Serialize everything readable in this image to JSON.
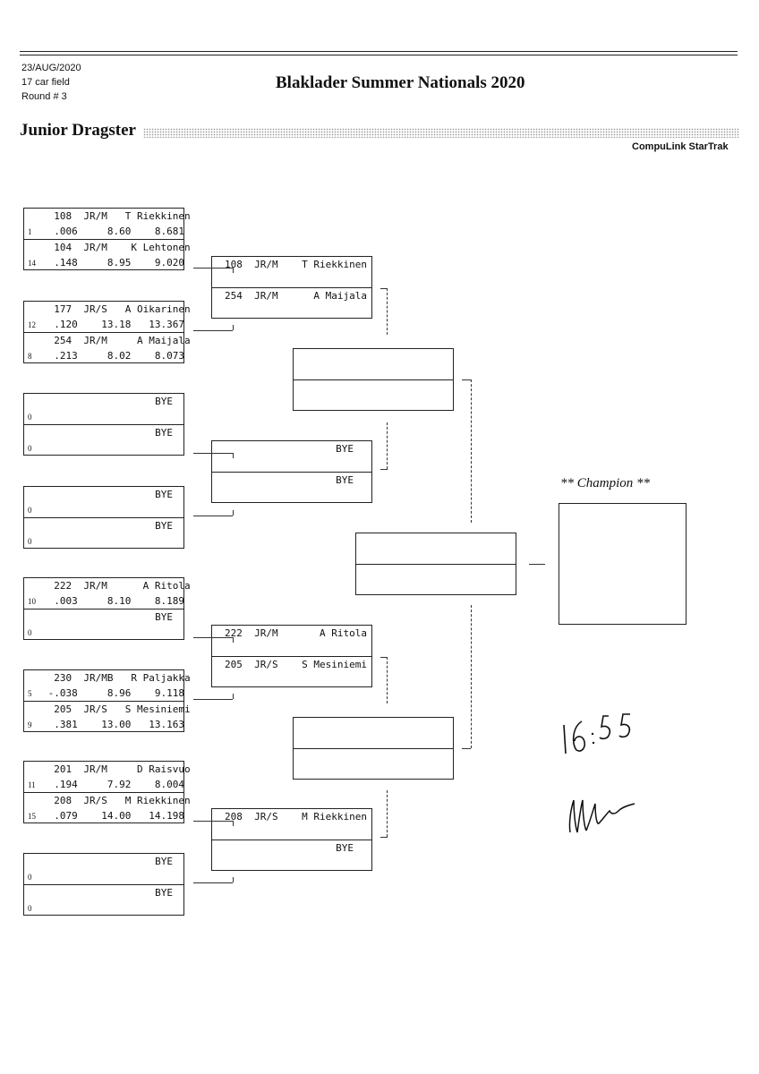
{
  "header": {
    "date": "23/AUG/2020",
    "field": "17 car field",
    "round": "Round # 3",
    "event_title": "Blaklader Summer Nationals 2020",
    "class_title": "Junior Dragster",
    "brand": "CompuLink StarTrak"
  },
  "round1": [
    {
      "seed": "1",
      "num": "108",
      "cls": "JR/M",
      "name": "T Riekkinen",
      "rt": ".006",
      "et": "8.60",
      "speed": "8.681"
    },
    {
      "seed": "14",
      "num": "104",
      "cls": "JR/M",
      "name": "K Lehtonen",
      "rt": ".148",
      "et": "8.95",
      "speed": "9.020"
    },
    {
      "seed": "12",
      "num": "177",
      "cls": "JR/S",
      "name": "A Oikarinen",
      "rt": ".120",
      "et": "13.18",
      "speed": "13.367"
    },
    {
      "seed": "8",
      "num": "254",
      "cls": "JR/M",
      "name": "A Maijala",
      "rt": ".213",
      "et": "8.02",
      "speed": "8.073"
    },
    {
      "seed": "0",
      "name": "BYE"
    },
    {
      "seed": "0",
      "name": "BYE"
    },
    {
      "seed": "0",
      "name": "BYE"
    },
    {
      "seed": "0",
      "name": "BYE"
    },
    {
      "seed": "10",
      "num": "222",
      "cls": "JR/M",
      "name": "A Ritola",
      "rt": ".003",
      "et": "8.10",
      "speed": "8.189"
    },
    {
      "seed": "0",
      "name": "BYE"
    },
    {
      "seed": "5",
      "num": "230",
      "cls": "JR/MB",
      "name": "R Paljakka",
      "rt": "-.038",
      "et": "8.96",
      "speed": "9.118"
    },
    {
      "seed": "9",
      "num": "205",
      "cls": "JR/S",
      "name": "S Mesiniemi",
      "rt": ".381",
      "et": "13.00",
      "speed": "13.163"
    },
    {
      "seed": "11",
      "num": "201",
      "cls": "JR/M",
      "name": "D Raisvuo",
      "rt": ".194",
      "et": "7.92",
      "speed": "8.004"
    },
    {
      "seed": "15",
      "num": "208",
      "cls": "JR/S",
      "name": "M Riekkinen",
      "rt": ".079",
      "et": "14.00",
      "speed": "14.198"
    },
    {
      "seed": "0",
      "name": "BYE"
    },
    {
      "seed": "0",
      "name": "BYE"
    }
  ],
  "round2": [
    {
      "num": "108",
      "cls": "JR/M",
      "name": "T Riekkinen"
    },
    {
      "num": "254",
      "cls": "JR/M",
      "name": "A Maijala"
    },
    {
      "name": "BYE"
    },
    {
      "name": "BYE"
    },
    {
      "num": "222",
      "cls": "JR/M",
      "name": "A Ritola"
    },
    {
      "num": "205",
      "cls": "JR/S",
      "name": "S Mesiniemi"
    },
    {
      "num": "208",
      "cls": "JR/S",
      "name": "M Riekkinen"
    },
    {
      "name": "BYE"
    }
  ],
  "champion_label": "** Champion **",
  "handwritten_time": "16:55",
  "handwritten_signature": "signature"
}
